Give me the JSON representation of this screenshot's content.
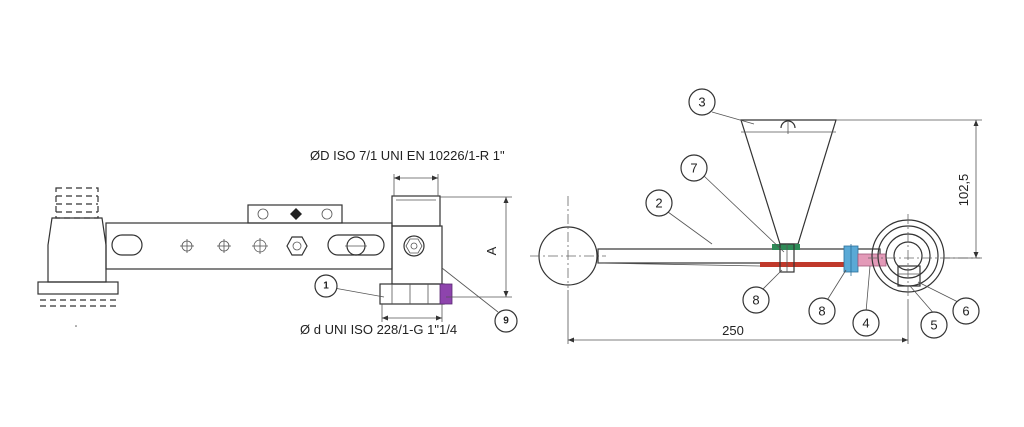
{
  "labels": {
    "outer_thread": "ØD ISO 7/1 UNI EN 10226/1-R 1\"",
    "inner_thread": "Ø d UNI ISO 228/1-G 1\"1/4",
    "dim_a": "A",
    "dim_height": "102,5",
    "dim_length": "250"
  },
  "callouts": {
    "b1": "1",
    "b9": "9",
    "b2": "2",
    "b3": "3",
    "b7": "7",
    "b8a": "8",
    "b8b": "8",
    "b4": "4",
    "b5": "5",
    "b6": "6"
  },
  "colors": {
    "line": "#333333",
    "part_red": "#c0392b",
    "part_green": "#2e8b57",
    "part_blue": "#5aa9d6",
    "part_pink": "#e39ab8",
    "part_purple": "#8e44ad"
  }
}
